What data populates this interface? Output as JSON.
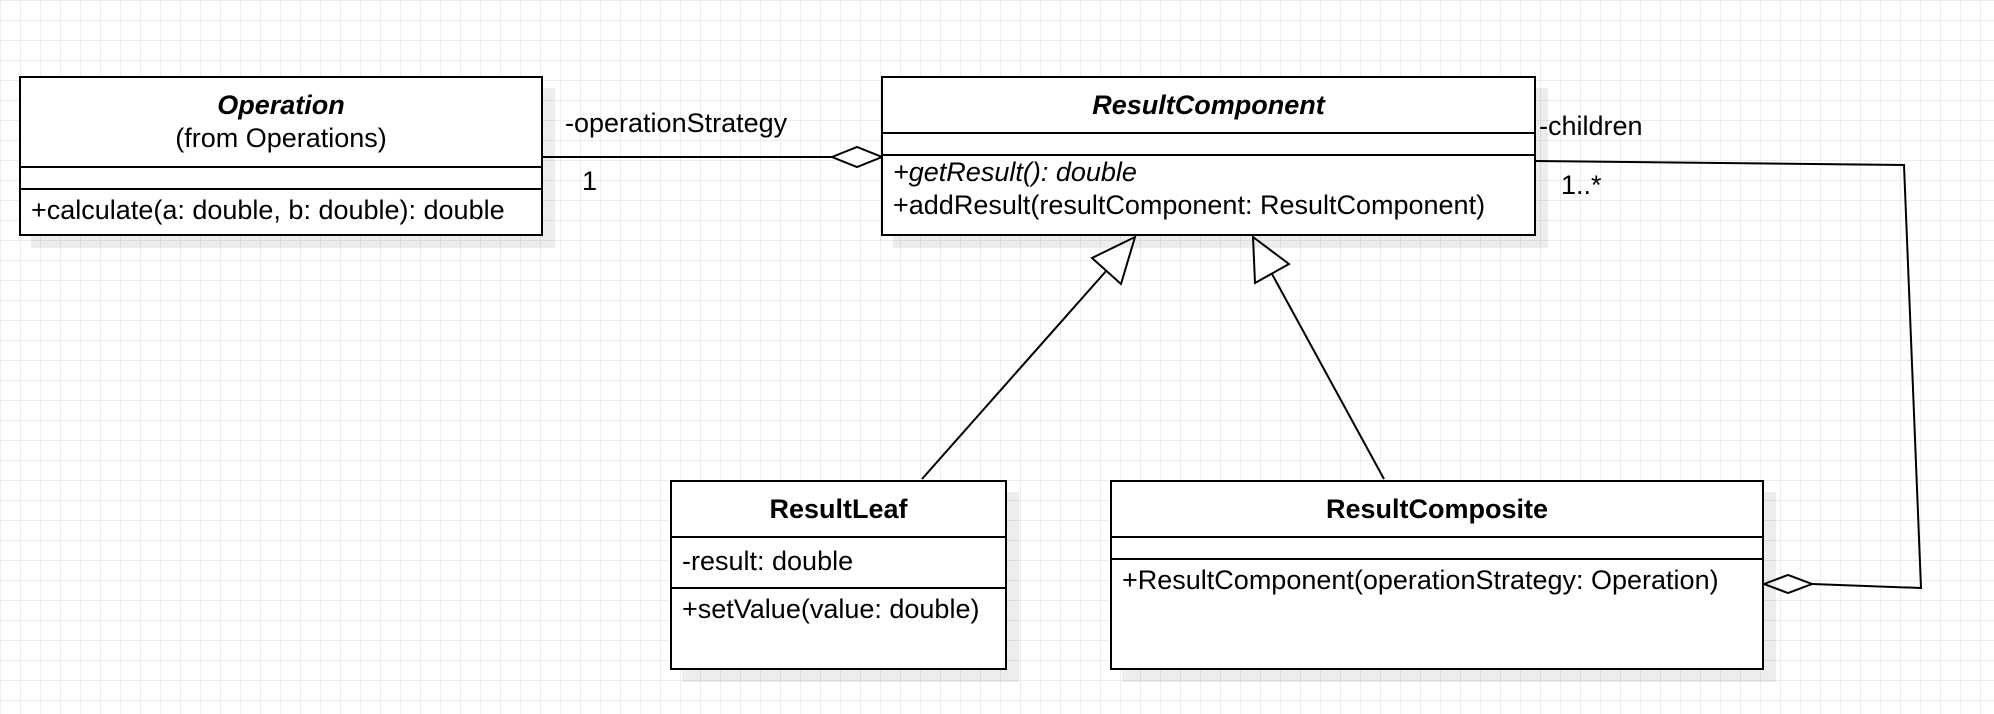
{
  "classes": {
    "operation": {
      "name": "Operation",
      "stereotype": "(from Operations)",
      "attributes": [],
      "methods": [
        "+calculate(a: double, b: double): double"
      ]
    },
    "result_component": {
      "name": "ResultComponent",
      "attributes": [],
      "methods": [
        "+getResult(): double",
        "+addResult(resultComponent: ResultComponent)"
      ]
    },
    "result_leaf": {
      "name": "ResultLeaf",
      "attributes": [
        "-result: double"
      ],
      "methods": [
        "+setValue(value: double)"
      ]
    },
    "result_composite": {
      "name": "ResultComposite",
      "attributes": [],
      "methods": [
        "+ResultComponent(operationStrategy: Operation)"
      ]
    }
  },
  "relationships": {
    "operation_strategy": {
      "type": "aggregation",
      "role": "-operationStrategy",
      "multiplicity": "1"
    },
    "children": {
      "type": "aggregation",
      "role": "-children",
      "multiplicity": "1..*"
    },
    "leaf_inherits": {
      "type": "generalization"
    },
    "composite_inherits": {
      "type": "generalization"
    }
  }
}
